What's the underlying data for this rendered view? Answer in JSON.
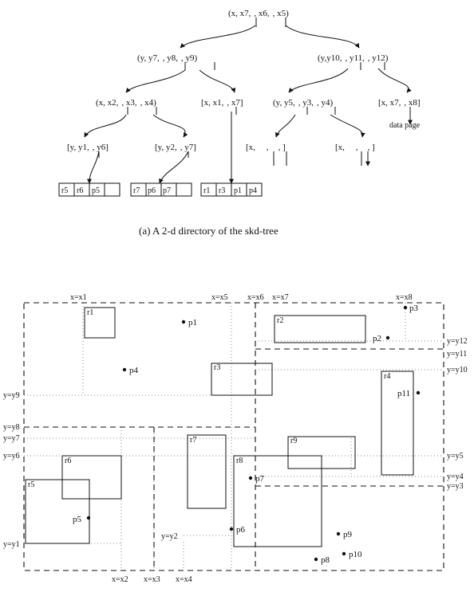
{
  "tree": {
    "nodes": [
      {
        "id": "root",
        "parts": [
          "(x, x7,",
          ", x6,",
          ", x5)"
        ]
      },
      {
        "id": "n_y7",
        "parts": [
          "(y, y7,",
          ", y8,",
          ", y9)"
        ]
      },
      {
        "id": "n_y10",
        "parts": [
          "(y,y10,",
          ", y11,",
          ", y12)"
        ]
      },
      {
        "id": "n_x2",
        "parts": [
          "(x, x2,",
          ", x3,",
          ", x4)"
        ]
      },
      {
        "id": "n_x1",
        "parts": [
          "[x, x1,",
          ", x7]"
        ]
      },
      {
        "id": "n_y5",
        "parts": [
          "(y, y5,",
          ", y3,",
          ", y4)"
        ]
      },
      {
        "id": "n_x7b",
        "parts": [
          "[x, x7,",
          ", x8]"
        ]
      },
      {
        "id": "n_y1",
        "parts": [
          "[y, y1,",
          ", y6]"
        ]
      },
      {
        "id": "n_y2",
        "parts": [
          "[y, y2,",
          ", y7]"
        ]
      },
      {
        "id": "n_empty1",
        "parts": [
          "[x,",
          ",",
          ", ]"
        ]
      },
      {
        "id": "n_empty2",
        "parts": [
          "[x,",
          ",",
          ", ]"
        ]
      }
    ],
    "data_page_label": "data page",
    "pages": [
      [
        "r5",
        "r6",
        "p5",
        ""
      ],
      [
        "r7",
        "p6",
        "p7",
        ""
      ],
      [
        "r1",
        "r3",
        "p1",
        "p4"
      ]
    ],
    "caption": "(a)  A 2-d directory of the skd-tree"
  },
  "space": {
    "x_labels": [
      "x=x1",
      "x=x5",
      "x=x6",
      "x=x7",
      "x=x8",
      "x=x2",
      "x=x3",
      "x=x4"
    ],
    "y_labels": [
      "y=y12",
      "y=y11",
      "y=y10",
      "y=y9",
      "y=y8",
      "y=y7",
      "y=y6",
      "y=y5",
      "y=y4",
      "y=y3",
      "y=y2",
      "y=y1"
    ],
    "rects": [
      "r1",
      "r2",
      "r3",
      "r4",
      "r5",
      "r6",
      "r7",
      "r8",
      "r9"
    ],
    "points": [
      "p1",
      "p2",
      "p3",
      "p4",
      "p5",
      "p6",
      "p7",
      "p8",
      "p9",
      "p10",
      "p11"
    ]
  }
}
